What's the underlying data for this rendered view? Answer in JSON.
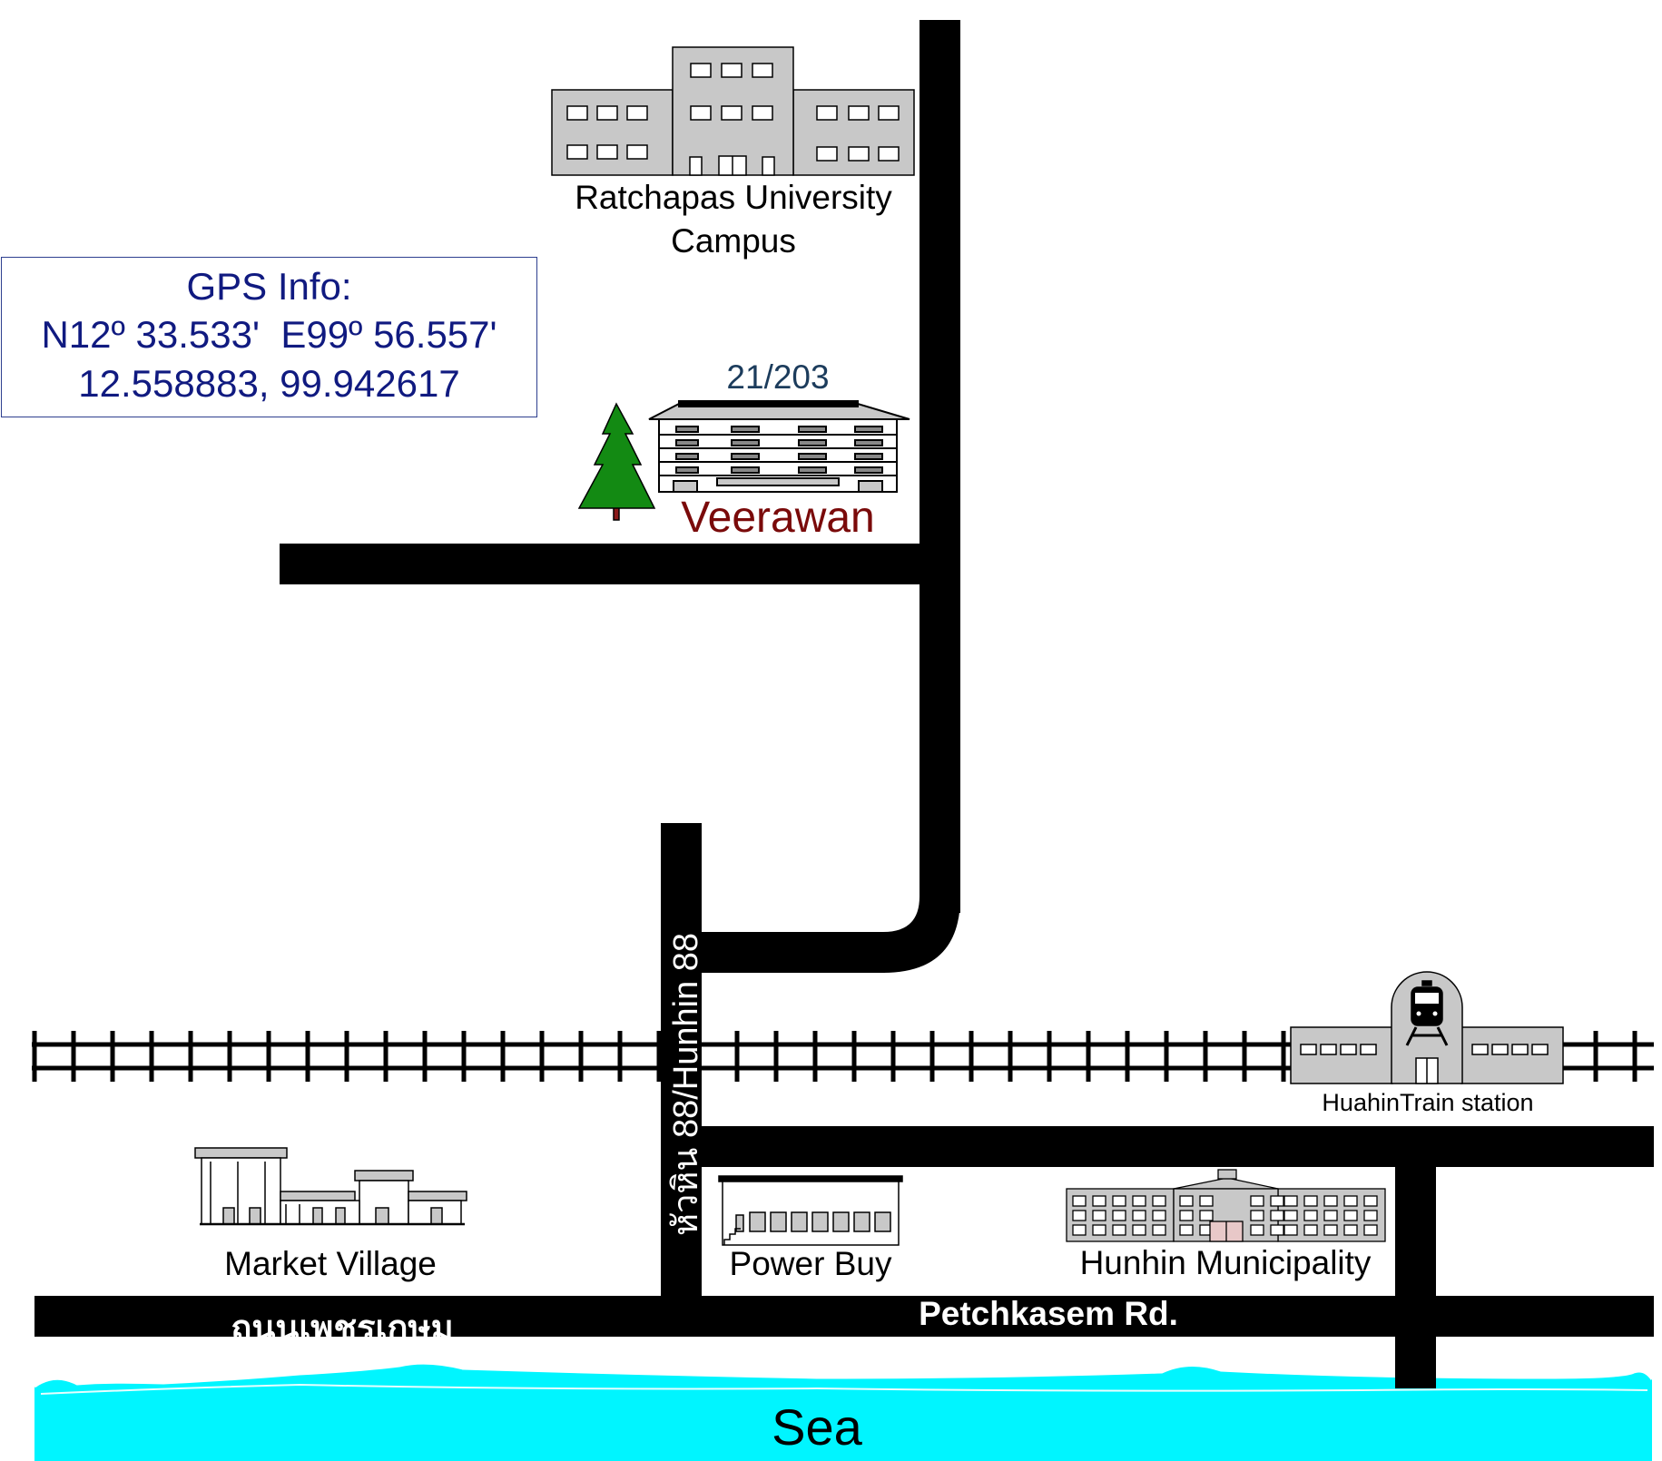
{
  "gps": {
    "title": "GPS Info:",
    "dms": "N12º 33.533'  E99º 56.557'",
    "decimal": "12.558883, 99.942617"
  },
  "places": {
    "university": {
      "line1": "Ratchapas University",
      "line2": "Campus"
    },
    "veerawan": {
      "address": "21/203",
      "name": "Veerawan"
    },
    "train_station": "HuahinTrain station",
    "market_village": "Market Village",
    "power_buy": "Power Buy",
    "municipality": "Hunhin Municipality",
    "sea": "Sea"
  },
  "roads": {
    "soi": "หัวหิน 88/Hunhin 88",
    "main_road_thai": "ถนนเพชรเกษม",
    "main_road_en": "Petchkasem Rd."
  },
  "colors": {
    "road": "#000000",
    "sea": "#00f5ff",
    "building": "#c8c8c8",
    "tree": "#138a13",
    "veerawan_text": "#7a0a0a",
    "gps_text": "#101a80",
    "address_text": "#1c3c5c"
  },
  "icons": {
    "university": "building-icon",
    "veerawan": "apartment-icon",
    "tree": "pine-tree-icon",
    "train_station": "train-station-icon",
    "market_village": "shop-icon",
    "power_buy": "store-icon",
    "municipality": "government-building-icon"
  }
}
